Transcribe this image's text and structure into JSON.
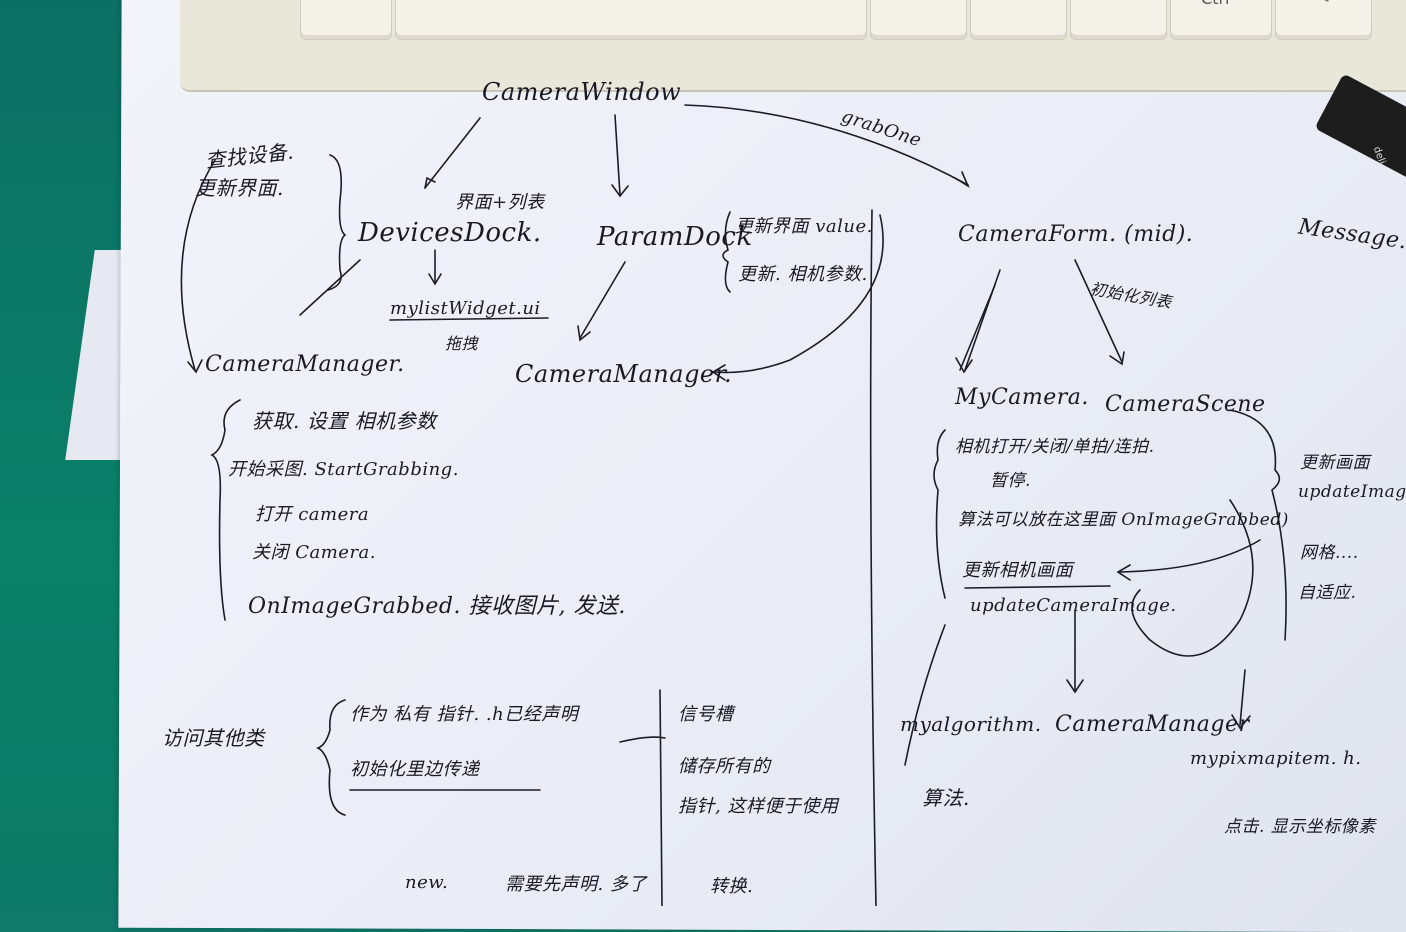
{
  "scene": {
    "keyboard": {
      "ctrl_key": "Ctrl"
    },
    "marker_brand": "deli"
  },
  "notes": {
    "camera_window": "CameraWindow",
    "grab_one": "grabOne",
    "find_devices": "查找设备.",
    "update_ui": "更新界面.",
    "ui_list": "界面+列表",
    "devices_dock": "DevicesDock.",
    "param_dock": "ParamDock",
    "update_ui_value": "更新界面 value.",
    "update_camera_params": "更新. 相机参数.",
    "camera_form": "CameraForm. (mid).",
    "message": "Message.",
    "init_list": "初始化列表",
    "mylist_widget": "mylistWidget.ui",
    "drag": "拖拽",
    "camera_manager_left": "CameraManager.",
    "camera_manager_mid": "CameraManager.",
    "my_camera": "MyCamera.",
    "camera_scene": "CameraScene",
    "cm_get_set_params": "获取. 设置 相机参数",
    "cm_start_grab": "开始采图. StartGrabbing.",
    "cm_open": "打开 camera",
    "cm_close": "关闭 Camera.",
    "cm_on_image": "OnImageGrabbed. 接收图片, 发送.",
    "mc_open_close": "相机打开/关闭/单拍/连拍.",
    "mc_pause": "暂停.",
    "mc_algo": "算法可以放在这里面 OnImageGrabbed)",
    "mc_update_image": "更新相机画面",
    "mc_update_camera_image": "updateCameraImage.",
    "cs_update_screen": "更新画面",
    "cs_update_image": "updateImage",
    "cs_grid": "网格....",
    "cs_adapt": "自适应.",
    "my_algorithm": "myalgorithm.",
    "camera_manager_bottom": "CameraManager",
    "my_pixmap_item": "mypixmapitem. h.",
    "algorithm": "算法.",
    "click_show_pixel": "点击. 显示坐标像素",
    "access_other": "访问其他类",
    "as_private_ptr": "作为 私有 指针. .h已经声明",
    "init_pass": "初始化里边传递",
    "signals_slots": "信号槽",
    "store_all_ptrs": "储存所有的",
    "ptr_easy_use": "指针, 这样便于使用",
    "new_text": "new.",
    "convert": "转换.",
    "bottom_partial": "需要先声明. 多了"
  }
}
